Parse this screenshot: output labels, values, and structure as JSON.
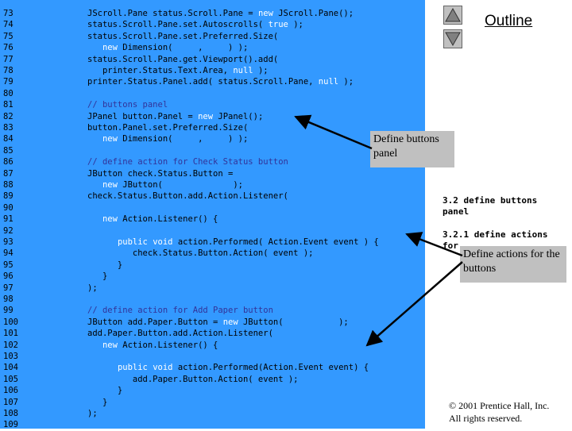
{
  "slide": {
    "outline_label": "Outline",
    "nav_up_label": "▲",
    "nav_down_label": "▼"
  },
  "code": {
    "lines": [
      {
        "n": "73",
        "segs": [
          {
            "t": "JScroll.Pane status.Scroll.Pane = ",
            "k": "n"
          },
          {
            "t": "new",
            "k": "kw"
          },
          {
            "t": " JScroll.Pane();",
            "k": "n"
          }
        ]
      },
      {
        "n": "74",
        "segs": [
          {
            "t": "status.Scroll.Pane.set.Autoscrolls( ",
            "k": "n"
          },
          {
            "t": "true",
            "k": "kw"
          },
          {
            "t": " );",
            "k": "n"
          }
        ]
      },
      {
        "n": "75",
        "segs": [
          {
            "t": "status.Scroll.Pane.set.Preferred.Size(",
            "k": "n"
          }
        ]
      },
      {
        "n": "76",
        "segs": [
          {
            "t": "   ",
            "k": "n"
          },
          {
            "t": "new",
            "k": "kw"
          },
          {
            "t": " Dimension(     ,     ) );",
            "k": "n"
          }
        ]
      },
      {
        "n": "77",
        "segs": [
          {
            "t": "status.Scroll.Pane.get.Viewport().add(",
            "k": "n"
          }
        ]
      },
      {
        "n": "78",
        "segs": [
          {
            "t": "   printer.Status.Text.Area, ",
            "k": "n"
          },
          {
            "t": "null",
            "k": "kw"
          },
          {
            "t": " );",
            "k": "n"
          }
        ]
      },
      {
        "n": "79",
        "segs": [
          {
            "t": "printer.Status.Panel.add( status.Scroll.Pane, ",
            "k": "n"
          },
          {
            "t": "null",
            "k": "kw"
          },
          {
            "t": " );",
            "k": "n"
          }
        ]
      },
      {
        "n": "80",
        "segs": []
      },
      {
        "n": "81",
        "segs": [
          {
            "t": "// buttons panel",
            "k": "cm"
          }
        ]
      },
      {
        "n": "82",
        "segs": [
          {
            "t": "JPanel button.Panel = ",
            "k": "n"
          },
          {
            "t": "new",
            "k": "kw"
          },
          {
            "t": " JPanel();",
            "k": "n"
          }
        ]
      },
      {
        "n": "83",
        "segs": [
          {
            "t": "button.Panel.set.Preferred.Size(",
            "k": "n"
          }
        ]
      },
      {
        "n": "84",
        "segs": [
          {
            "t": "   ",
            "k": "n"
          },
          {
            "t": "new",
            "k": "kw"
          },
          {
            "t": " Dimension(     ,     ) );",
            "k": "n"
          }
        ]
      },
      {
        "n": "85",
        "segs": []
      },
      {
        "n": "86",
        "segs": [
          {
            "t": "// define action for Check Status button",
            "k": "cm"
          }
        ]
      },
      {
        "n": "87",
        "segs": [
          {
            "t": "JButton check.Status.Button =",
            "k": "n"
          }
        ]
      },
      {
        "n": "88",
        "segs": [
          {
            "t": "   ",
            "k": "n"
          },
          {
            "t": "new",
            "k": "kw"
          },
          {
            "t": " JButton(              );",
            "k": "n"
          }
        ]
      },
      {
        "n": "89",
        "segs": [
          {
            "t": "check.Status.Button.add.Action.Listener(",
            "k": "n"
          }
        ]
      },
      {
        "n": "90",
        "segs": []
      },
      {
        "n": "91",
        "segs": [
          {
            "t": "   ",
            "k": "n"
          },
          {
            "t": "new",
            "k": "kw"
          },
          {
            "t": " Action.Listener() {",
            "k": "n"
          }
        ]
      },
      {
        "n": "92",
        "segs": []
      },
      {
        "n": "93",
        "segs": [
          {
            "t": "      ",
            "k": "n"
          },
          {
            "t": "public",
            "k": "kw"
          },
          {
            "t": " ",
            "k": "n"
          },
          {
            "t": "void",
            "k": "kw"
          },
          {
            "t": " action.Performed( Action.Event event ) {",
            "k": "n"
          }
        ]
      },
      {
        "n": "94",
        "segs": [
          {
            "t": "         check.Status.Button.Action( event );",
            "k": "n"
          }
        ]
      },
      {
        "n": "95",
        "segs": [
          {
            "t": "      }",
            "k": "n"
          }
        ]
      },
      {
        "n": "96",
        "segs": [
          {
            "t": "   }",
            "k": "n"
          }
        ]
      },
      {
        "n": "97",
        "segs": [
          {
            "t": ");",
            "k": "n"
          }
        ]
      },
      {
        "n": "98",
        "segs": []
      },
      {
        "n": "99",
        "segs": [
          {
            "t": "// define action for Add Paper button",
            "k": "cm"
          }
        ]
      },
      {
        "n": "100",
        "segs": [
          {
            "t": "JButton add.Paper.Button = ",
            "k": "n"
          },
          {
            "t": "new",
            "k": "kw"
          },
          {
            "t": " JButton(           );",
            "k": "n"
          }
        ]
      },
      {
        "n": "101",
        "segs": [
          {
            "t": "add.Paper.Button.add.Action.Listener(",
            "k": "n"
          }
        ]
      },
      {
        "n": "102",
        "segs": [
          {
            "t": "   ",
            "k": "n"
          },
          {
            "t": "new",
            "k": "kw"
          },
          {
            "t": " Action.Listener() {",
            "k": "n"
          }
        ]
      },
      {
        "n": "103",
        "segs": []
      },
      {
        "n": "104",
        "segs": [
          {
            "t": "      ",
            "k": "n"
          },
          {
            "t": "public",
            "k": "kw"
          },
          {
            "t": " ",
            "k": "n"
          },
          {
            "t": "void",
            "k": "kw"
          },
          {
            "t": " action.Performed(Action.Event event) {",
            "k": "n"
          }
        ]
      },
      {
        "n": "105",
        "segs": [
          {
            "t": "         add.Paper.Button.Action( event );",
            "k": "n"
          }
        ]
      },
      {
        "n": "106",
        "segs": [
          {
            "t": "      }",
            "k": "n"
          }
        ]
      },
      {
        "n": "107",
        "segs": [
          {
            "t": "   }",
            "k": "n"
          }
        ]
      },
      {
        "n": "108",
        "segs": [
          {
            "t": ");",
            "k": "n"
          }
        ]
      },
      {
        "n": "109",
        "segs": []
      }
    ]
  },
  "callouts": {
    "buttons": "Define buttons panel",
    "actions": "Define actions for the buttons"
  },
  "side_notes": {
    "note1_line1": "3.2 define buttons",
    "note1_line2": "panel",
    "note2_line1": "3.2.1 define actions",
    "note2_line2": "for"
  },
  "footer": {
    "copyright_line1": "© 2001 Prentice Hall, Inc.",
    "copyright_line2": "All rights reserved."
  },
  "colors": {
    "panel_bg": "#3399ff",
    "keyword": "#ffffff",
    "comment": "#333399",
    "callout_bg": "#c0c0c0"
  }
}
